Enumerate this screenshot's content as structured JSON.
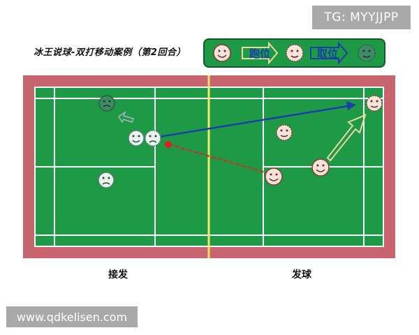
{
  "watermark_top": "TG: MYYJJPP",
  "title": "冰王说球-双打移动案例（第2回合）",
  "legend": {
    "run_label": "跑位",
    "take_label": "取位"
  },
  "labels": {
    "left_side": "接发",
    "right_side": "发球"
  },
  "watermark_bottom": "www.qdkelisen.com",
  "colors": {
    "court": "#1e9a47",
    "border": "#c7646e",
    "lines": "#ffffff",
    "net": "#f5e96a",
    "arrow_blue": "#1a3fa8",
    "arrow_red": "#c0392b",
    "face_pink": "#f4e3dd",
    "face_pale": "#e9f4f0",
    "face_dim": "#3f8a67"
  }
}
